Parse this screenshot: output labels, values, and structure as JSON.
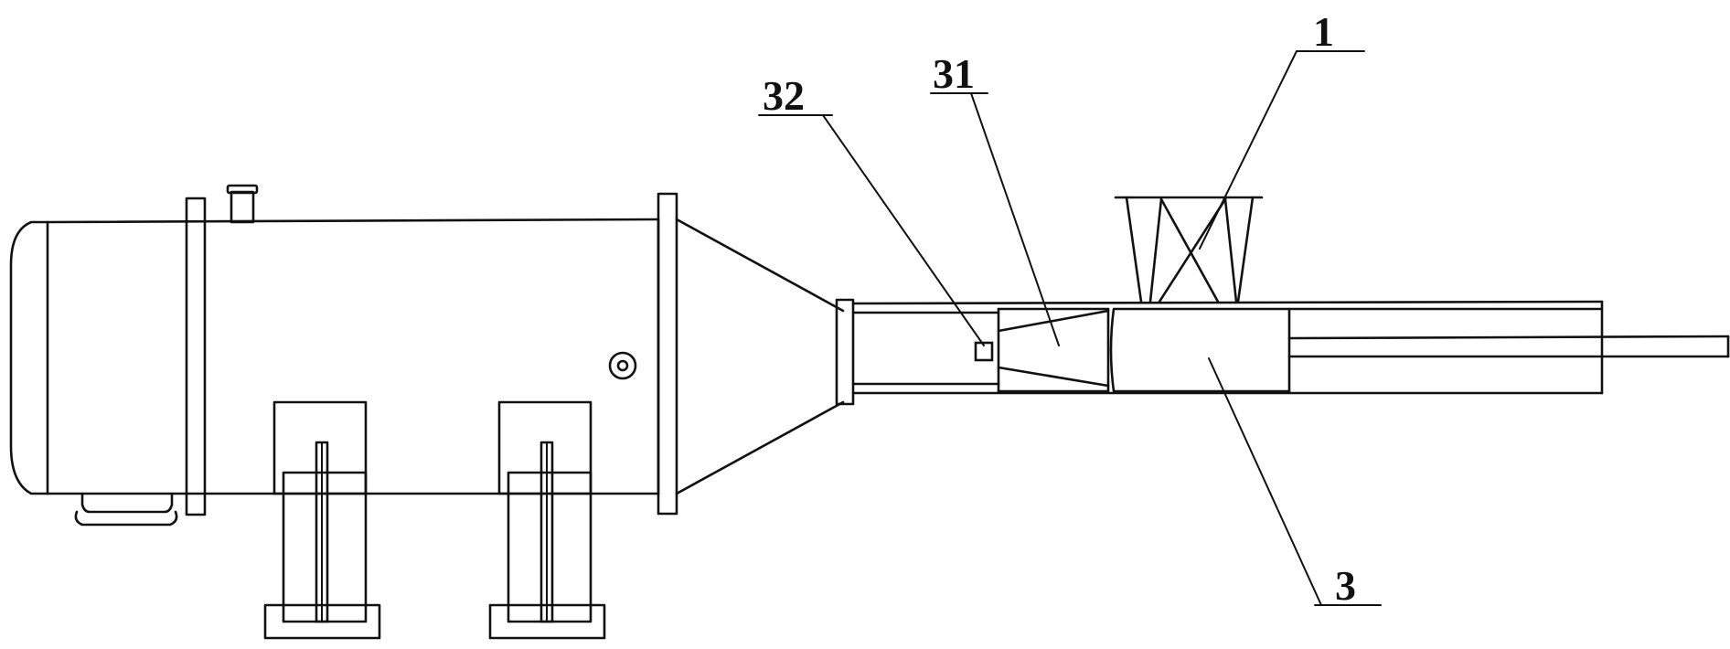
{
  "labels": {
    "part_1": "1",
    "part_3": "3",
    "part_31": "31",
    "part_32": "32"
  }
}
